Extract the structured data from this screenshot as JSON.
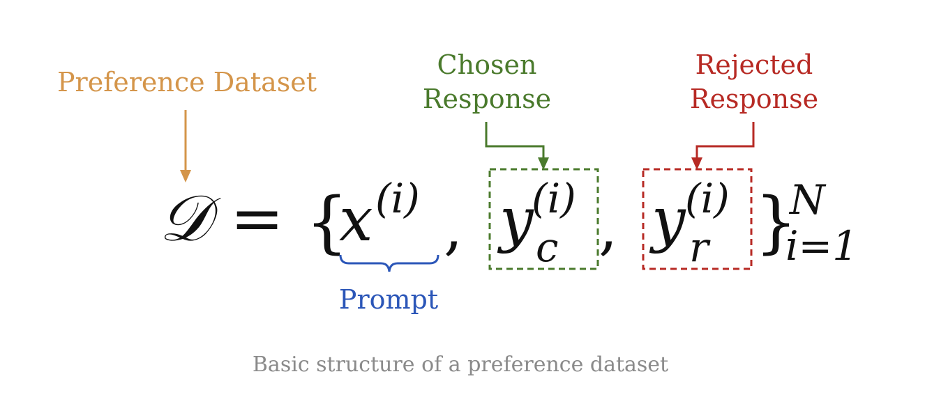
{
  "colors": {
    "dataset": "#d4954a",
    "chosen": "#4a7a2c",
    "rejected": "#b72a24",
    "prompt": "#2b56b8",
    "math": "#111111",
    "caption": "#8a8a8a"
  },
  "labels": {
    "dataset": "Preference Dataset",
    "chosen_line1": "Chosen",
    "chosen_line2": "Response",
    "rejected_line1": "Rejected",
    "rejected_line2": "Response",
    "prompt": "Prompt"
  },
  "formula": {
    "set_symbol": "𝒟",
    "equals": "=",
    "open_brace": "{",
    "close_brace": "}",
    "x": "x",
    "y_chosen": "y",
    "y_rejected": "y",
    "superscript_i": "(i)",
    "chosen_subscript": "c",
    "rejected_subscript": "r",
    "comma": ",",
    "upper_limit": "N",
    "lower_limit": "i=1"
  },
  "caption": "Basic structure of a preference dataset"
}
